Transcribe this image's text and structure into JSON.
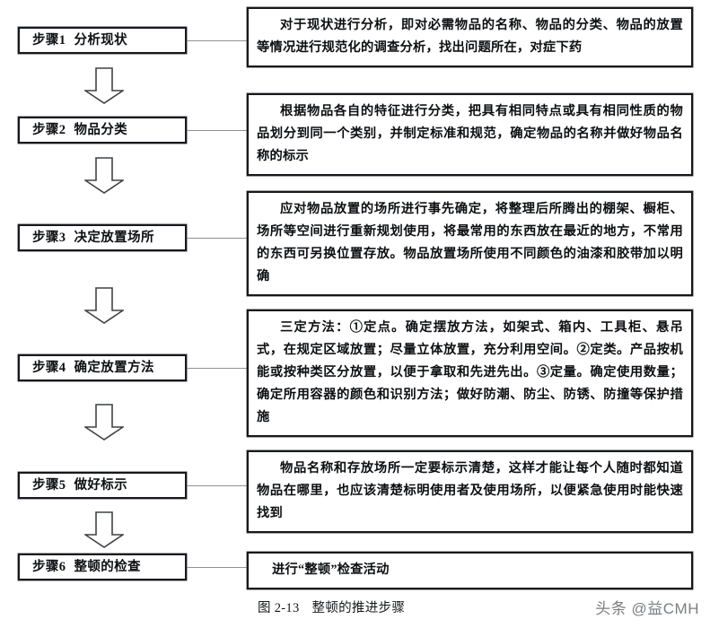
{
  "figure": {
    "caption_number": "图 2-13",
    "caption_title": "整顿的推进步骤",
    "watermark": "头条 @益CMH",
    "arrow_icon": "down-arrow-icon",
    "colors": {
      "box_border": "#16181c",
      "connector": "#8e9196",
      "text": "#0d0f12",
      "background": "#ffffff",
      "watermark": "#6f7378"
    }
  },
  "steps": [
    {
      "number": "步骤1",
      "name": "分析现状",
      "description": "对于现状进行分析，即对必需物品的名称、物品的分类、物品的放置等情况进行规范化的调查分析，找出问题所在，对症下药"
    },
    {
      "number": "步骤2",
      "name": "物品分类",
      "description": "根据物品各自的特征进行分类，把具有相同特点或具有相同性质的物品划分到同一个类别，并制定标准和规范，确定物品的名称并做好物品名称的标示"
    },
    {
      "number": "步骤3",
      "name": "决定放置场所",
      "description": "应对物品放置的场所进行事先确定，将整理后所腾出的棚架、橱柜、场所等空间进行重新规划使用，将最常用的东西放在最近的地方，不常用的东西可另换位置存放。物品放置场所使用不同颜色的油漆和胶带加以明确"
    },
    {
      "number": "步骤4",
      "name": "确定放置方法",
      "description": "三定方法：①定点。确定摆放方法，如架式、箱内、工具柜、悬吊式，在规定区域放置；尽量立体放置，充分利用空间。②定类。产品按机能或按种类区分放置，以便于拿取和先进先出。③定量。确定使用数量；确定所用容器的颜色和识别方法；做好防潮、防尘、防锈、防撞等保护措施"
    },
    {
      "number": "步骤5",
      "name": "做好标示",
      "description": "物品名称和存放场所一定要标示清楚，这样才能让每个人随时都知道物品在哪里，也应该清楚标明使用者及使用场所，以便紧急使用时能快速找到"
    },
    {
      "number": "步骤6",
      "name": "整顿的检查",
      "description": "进行“整顿”检查活动"
    }
  ]
}
